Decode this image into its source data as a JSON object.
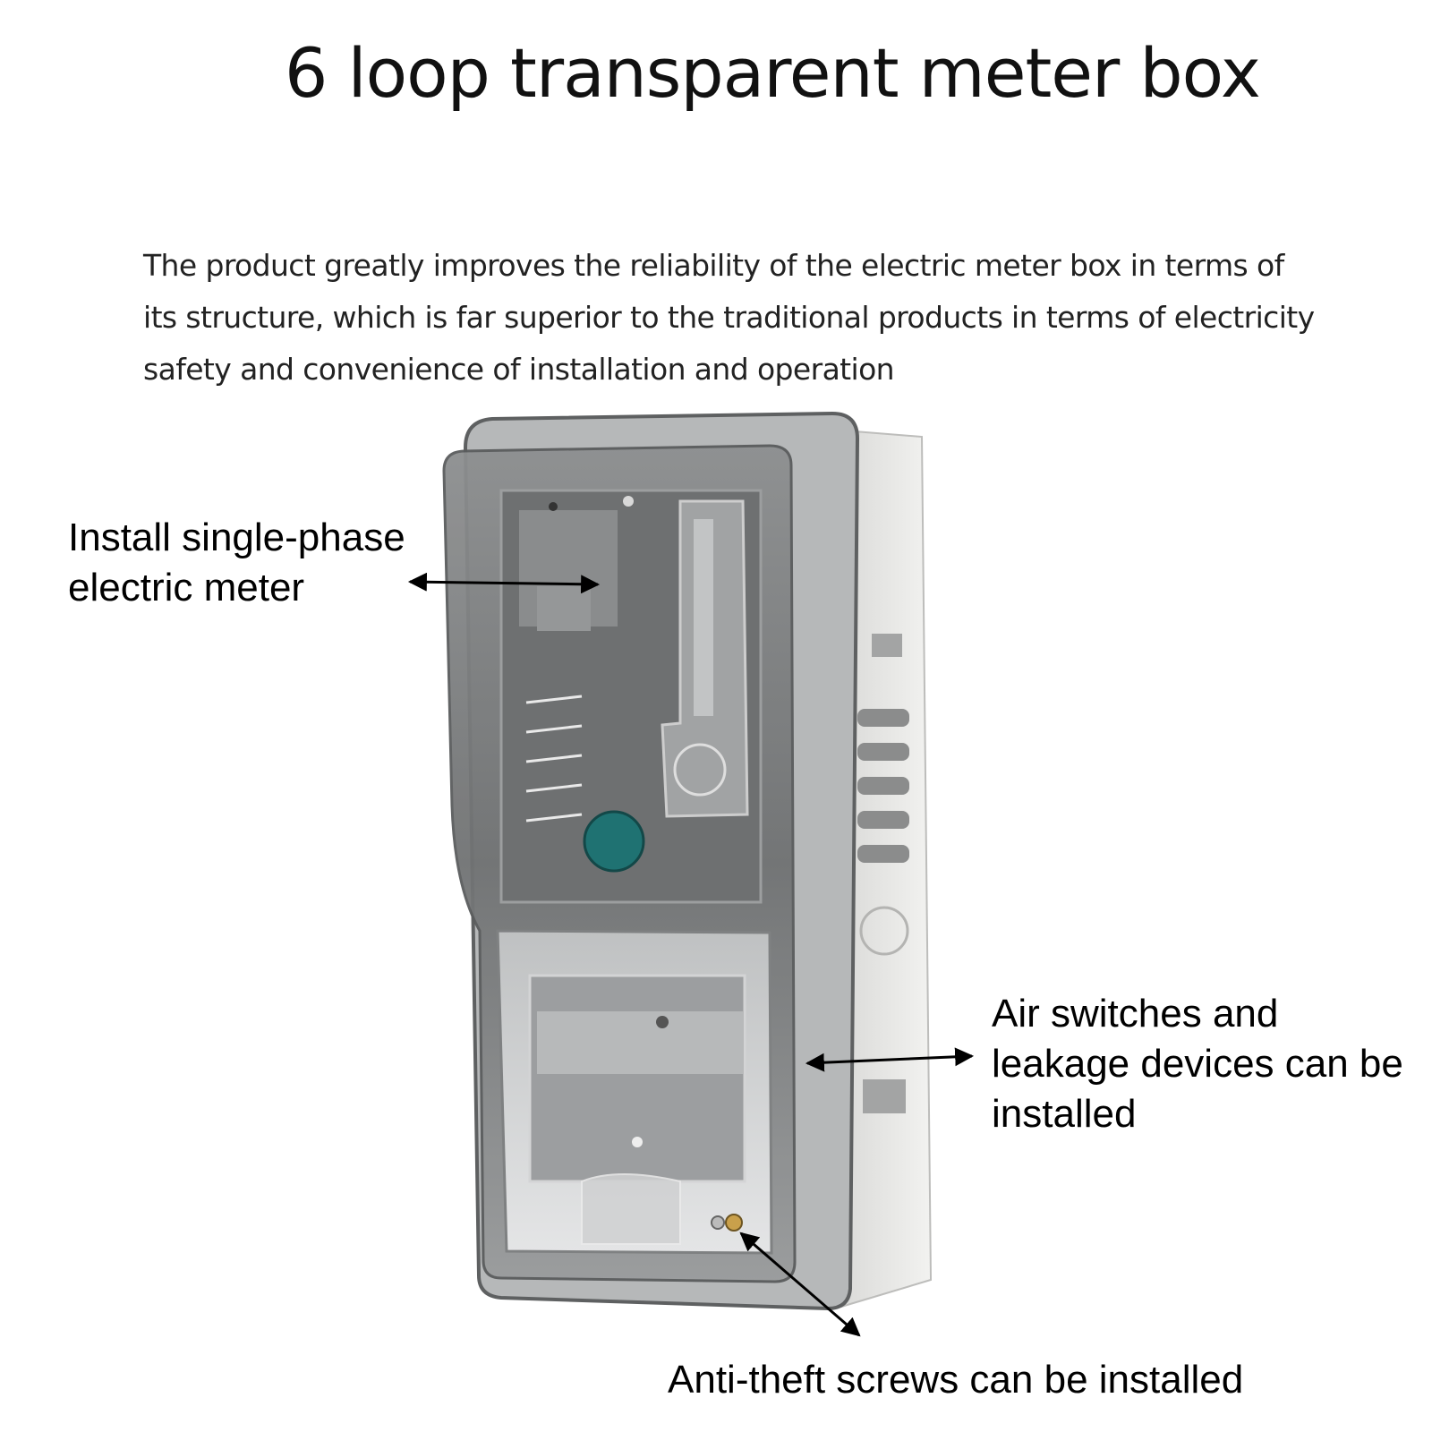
{
  "title": "6 loop transparent meter box",
  "description": "The product greatly improves the reliability of the electric meter box in terms of its structure, which is far superior to the traditional products in terms of electricity safety and convenience of installation and operation",
  "callouts": {
    "meter": "Install single-phase electric meter",
    "switches": "Air switches and leakage devices can be installed",
    "screws": "Anti-theft screws can be installed"
  },
  "colors": {
    "frame": "#e8e8e6",
    "window": "#7d7f80",
    "knob": "#1f7272"
  }
}
